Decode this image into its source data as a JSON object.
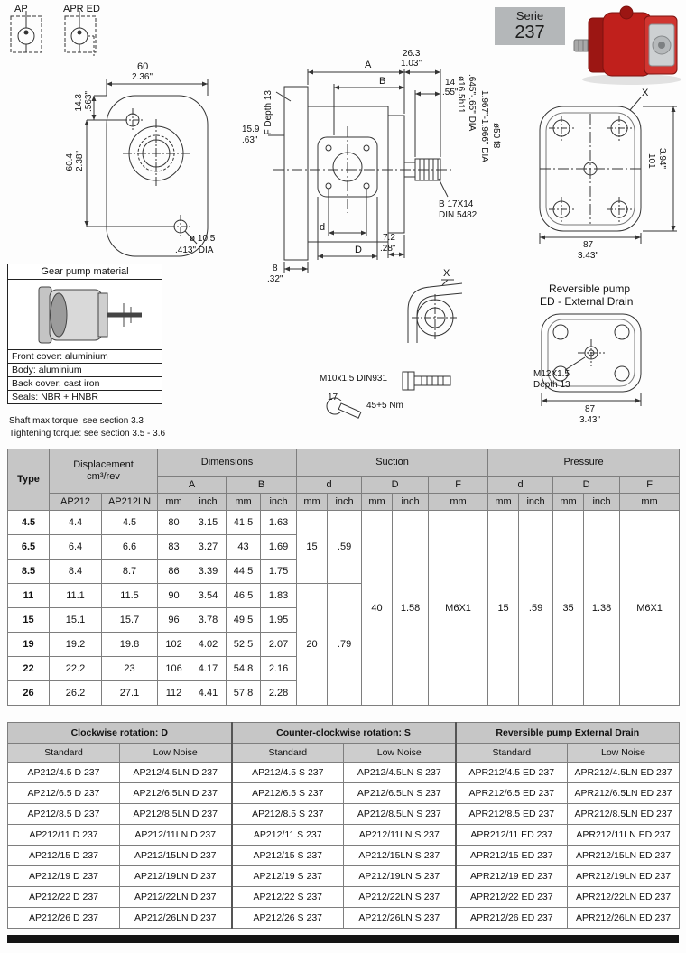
{
  "page": {
    "ap_label": "AP",
    "apr_ed_label": "APR ED",
    "serie_label": "Serie",
    "serie_number": "237"
  },
  "drawings": {
    "front_view": {
      "width_mm": "60",
      "width_in": "2.36\"",
      "hole_offset_mm": "14.3",
      "hole_offset_in": ".563\"",
      "hole_spacing_mm": "60.4",
      "hole_spacing_in": "2.38\"",
      "hole_dia_mm": "ø 10.5",
      "hole_dia_in": ".413\" DIA"
    },
    "side_view": {
      "dim_a": "A",
      "dim_b": "B",
      "shaft_len_mm": "26.3",
      "shaft_len_in": "1.03\"",
      "spline_len_mm": "14",
      "spline_len_in": ".55\"",
      "shaft_dia": "ø16.5h11",
      "shaft_dia_in": ".645\"-.65\" DIA",
      "pilot_dia_in": "1.967\"-1.966\" DIA",
      "pilot_dia": "ø50 f8",
      "f_depth": "F Depth 13",
      "flange_mm": "15.9",
      "flange_in": ".63\"",
      "foot_mm": "8",
      "foot_in": ".32\"",
      "port_back_mm": "7.2",
      "port_back_in": ".28\"",
      "port_d": "d",
      "port_D": "D",
      "spline_type": "B 17X14",
      "spline_standard": "DIN 5482"
    },
    "back_view": {
      "x_ref": "X",
      "height_mm": "101",
      "height_in": "3.94\"",
      "bolt_spacing_mm": "87",
      "bolt_spacing_in": "3.43\""
    },
    "reversible": {
      "title_line1": "Reversible pump",
      "title_line2": "ED - External Drain",
      "drain_thread": "M12X1.5",
      "drain_depth": "Depth 13",
      "bolt_spacing_mm": "87",
      "bolt_spacing_in": "3.43\""
    },
    "detail_x": {
      "x_ref": "X",
      "bolt_spec": "M10x1.5 DIN931",
      "wrench_size": "17",
      "torque": "45+5 Nm"
    }
  },
  "material_box": {
    "title": "Gear pump material",
    "rows": [
      "Front cover: aluminium",
      "Body: aluminium",
      "Back cover: cast iron",
      "Seals: NBR + HNBR"
    ]
  },
  "notes": {
    "line1": "Shaft max torque: see section 3.3",
    "line2": "Tightening torque: see section 3.5 - 3.6"
  },
  "spec_table": {
    "headers": {
      "type": "Type",
      "displacement": "Displacement",
      "displacement_unit": "cm³/rev",
      "dimensions": "Dimensions",
      "suction": "Suction",
      "pressure": "Pressure",
      "col_ap212": "AP212",
      "col_ap212ln": "AP212LN",
      "col_a": "A",
      "col_b": "B",
      "col_d": "d",
      "col_D": "D",
      "col_f": "F",
      "unit_mm": "mm",
      "unit_inch": "inch"
    },
    "rows": [
      {
        "type": "4.5",
        "ap212": "4.4",
        "ap212ln": "4.5",
        "a_mm": "80",
        "a_in": "3.15",
        "b_mm": "41.5",
        "b_in": "1.63"
      },
      {
        "type": "6.5",
        "ap212": "6.4",
        "ap212ln": "6.6",
        "a_mm": "83",
        "a_in": "3.27",
        "b_mm": "43",
        "b_in": "1.69"
      },
      {
        "type": "8.5",
        "ap212": "8.4",
        "ap212ln": "8.7",
        "a_mm": "86",
        "a_in": "3.39",
        "b_mm": "44.5",
        "b_in": "1.75"
      },
      {
        "type": "11",
        "ap212": "11.1",
        "ap212ln": "11.5",
        "a_mm": "90",
        "a_in": "3.54",
        "b_mm": "46.5",
        "b_in": "1.83"
      },
      {
        "type": "15",
        "ap212": "15.1",
        "ap212ln": "15.7",
        "a_mm": "96",
        "a_in": "3.78",
        "b_mm": "49.5",
        "b_in": "1.95"
      },
      {
        "type": "19",
        "ap212": "19.2",
        "ap212ln": "19.8",
        "a_mm": "102",
        "a_in": "4.02",
        "b_mm": "52.5",
        "b_in": "2.07"
      },
      {
        "type": "22",
        "ap212": "22.2",
        "ap212ln": "23",
        "a_mm": "106",
        "a_in": "4.17",
        "b_mm": "54.8",
        "b_in": "2.16"
      },
      {
        "type": "26",
        "ap212": "26.2",
        "ap212ln": "27.1",
        "a_mm": "112",
        "a_in": "4.41",
        "b_mm": "57.8",
        "b_in": "2.28"
      }
    ],
    "suction": {
      "d_groups": [
        {
          "mm": "15",
          "inch": ".59",
          "span": 3
        },
        {
          "mm": "20",
          "inch": ".79",
          "span": 5
        }
      ],
      "D": {
        "mm": "40",
        "inch": "1.58"
      },
      "F": "M6X1"
    },
    "pressure": {
      "d": {
        "mm": "15",
        "inch": ".59"
      },
      "D": {
        "mm": "35",
        "inch": "1.38"
      },
      "F": "M6X1"
    }
  },
  "order_table": {
    "groups": [
      {
        "title": "Clockwise rotation: D"
      },
      {
        "title": "Counter-clockwise rotation: S"
      },
      {
        "title": "Reversible pump External Drain"
      }
    ],
    "subheader_standard": "Standard",
    "subheader_low_noise": "Low Noise",
    "rows": [
      [
        "AP212/4.5 D 237",
        "AP212/4.5LN D 237",
        "AP212/4.5 S 237",
        "AP212/4.5LN S 237",
        "APR212/4.5 ED 237",
        "APR212/4.5LN ED 237"
      ],
      [
        "AP212/6.5 D 237",
        "AP212/6.5LN D 237",
        "AP212/6.5 S 237",
        "AP212/6.5LN S 237",
        "APR212/6.5 ED 237",
        "APR212/6.5LN ED 237"
      ],
      [
        "AP212/8.5 D 237",
        "AP212/8.5LN D 237",
        "AP212/8.5 S 237",
        "AP212/8.5LN S 237",
        "APR212/8.5 ED 237",
        "APR212/8.5LN ED 237"
      ],
      [
        "AP212/11 D 237",
        "AP212/11LN D 237",
        "AP212/11 S 237",
        "AP212/11LN S 237",
        "APR212/11 ED 237",
        "APR212/11LN ED 237"
      ],
      [
        "AP212/15 D 237",
        "AP212/15LN D 237",
        "AP212/15 S 237",
        "AP212/15LN S 237",
        "APR212/15 ED 237",
        "APR212/15LN ED 237"
      ],
      [
        "AP212/19 D 237",
        "AP212/19LN D 237",
        "AP212/19 S 237",
        "AP212/19LN S 237",
        "APR212/19 ED 237",
        "APR212/19LN ED 237"
      ],
      [
        "AP212/22 D 237",
        "AP212/22LN D 237",
        "AP212/22 S 237",
        "AP212/22LN S 237",
        "APR212/22 ED 237",
        "APR212/22LN ED 237"
      ],
      [
        "AP212/26 D 237",
        "AP212/26LN D 237",
        "AP212/26 S 237",
        "AP212/26LN S 237",
        "APR212/26 ED 237",
        "APR212/26LN ED 237"
      ]
    ]
  }
}
